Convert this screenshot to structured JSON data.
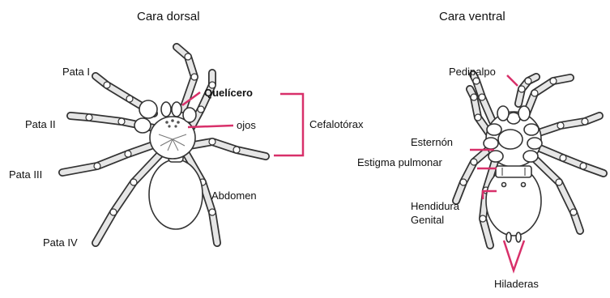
{
  "dorsal": {
    "title": "Cara dorsal",
    "labels": {
      "pata1": "Pata I",
      "pata2": "Pata II",
      "pata3": "Pata III",
      "pata4": "Pata IV",
      "quelicero": "Quelícero",
      "ojos": "ojos",
      "abdomen": "Abdomen",
      "cefalotorax": "Cefalotórax"
    }
  },
  "ventral": {
    "title": "Cara ventral",
    "labels": {
      "pedipalpo": "Pedipalpo",
      "esternon": "Esternón",
      "estigma": "Estigma pulmonar",
      "hendidura1": "Hendidura",
      "hendidura2": "Genital",
      "hiladeras": "Hiladeras"
    }
  },
  "colors": {
    "leader": "#d8306a",
    "outline": "#333333",
    "segment": "#e6e6e6"
  }
}
